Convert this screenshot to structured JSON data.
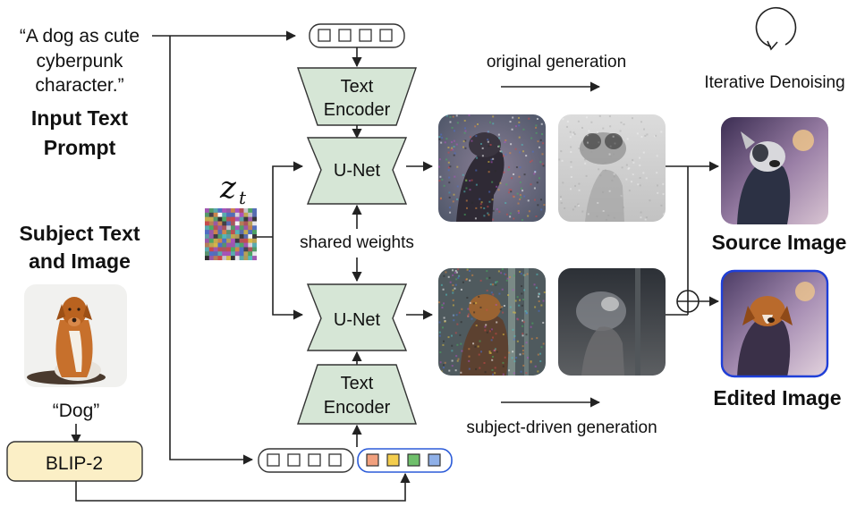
{
  "prompt": {
    "lines": [
      "“A dog as cute",
      "cyberpunk",
      "character.”"
    ],
    "heading": [
      "Input Text",
      "Prompt"
    ]
  },
  "subject": {
    "heading": [
      "Subject Text",
      "and Image"
    ],
    "caption": "“Dog”",
    "blip_label": "BLIP-2"
  },
  "latent": {
    "symbol": "z",
    "subscript": "t"
  },
  "modules": {
    "text_encoder_lines": [
      "Text",
      "Encoder"
    ],
    "unet_label": "U-Net",
    "shared_weights": "shared weights"
  },
  "flows": {
    "original": "original generation",
    "subject_driven": "subject-driven generation",
    "iterative": "Iterative Denoising"
  },
  "outputs": {
    "source": "Source Image",
    "edited": "Edited Image"
  },
  "colors": {
    "encoder_fill": "#d6e6d6",
    "blip_fill": "#fbefc6",
    "edited_border": "#1f3fd8",
    "token_orange": "#f1a07e",
    "token_yellow": "#f3cd4d",
    "token_green": "#6fbf6b",
    "token_blue": "#8fb0e8"
  }
}
